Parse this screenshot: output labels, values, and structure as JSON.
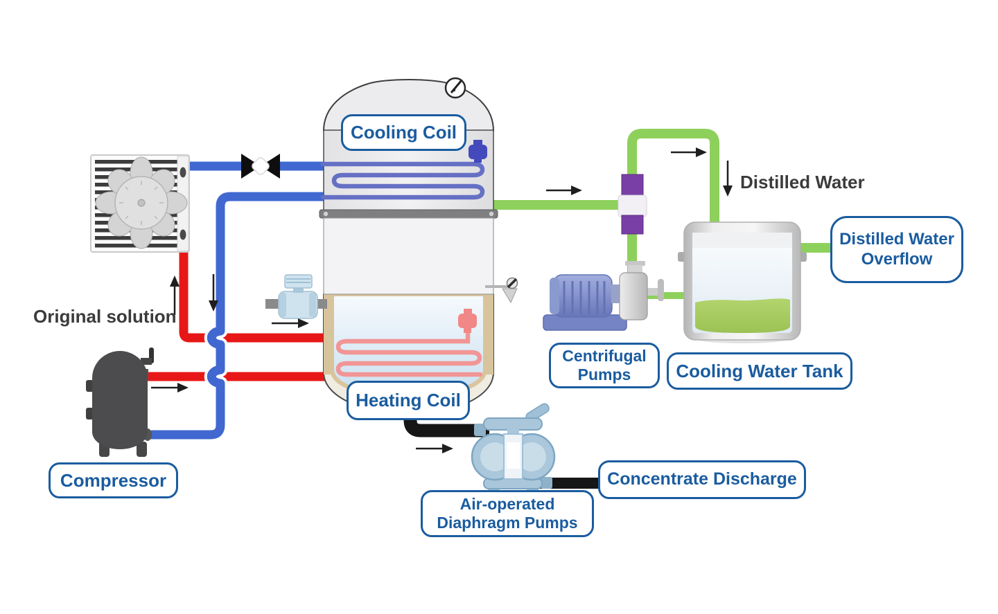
{
  "labels": {
    "cooling_coil": "Cooling Coil",
    "heating_coil": "Heating Coil",
    "compressor": "Compressor",
    "centrifugal_pumps": "Centrifugal Pumps",
    "cooling_water_tank": "Cooling Water Tank",
    "distilled_water_overflow": "Distilled Water Overflow",
    "concentrate_discharge": "Concentrate Discharge",
    "air_operated_diaphragm_pumps": "Air-operated Diaphragm Pumps",
    "original_solution": "Original solution",
    "distilled_water": "Distilled Water"
  },
  "colors": {
    "label_border_blue": "#1a5c9f",
    "label_text_blue": "#1a5c9f",
    "pipe_blue": "#4068d0",
    "pipe_red": "#e81717",
    "pipe_green": "#8ed05c",
    "pipe_black": "#161616",
    "annotation_text": "#3b3b3b",
    "sight_glass_purple": "#7a3fa6",
    "tank_liquid_green": "#a6cb5e",
    "cooling_coil_blue": "#6570c5",
    "heating_coil_red": "#f29595"
  },
  "equipment_icons": [
    "fan-condenser-icon",
    "shutoff-valve-icon",
    "pressure-gauge-icon",
    "evaporator-vessel-icon",
    "cooling-coil-icon",
    "heating-coil-icon",
    "compressor-tank-icon",
    "flow-meter-icon",
    "sight-glass-icon",
    "centrifugal-pump-icon",
    "cooling-water-tank-icon",
    "air-diaphragm-pump-icon",
    "flow-arrow-icon"
  ]
}
